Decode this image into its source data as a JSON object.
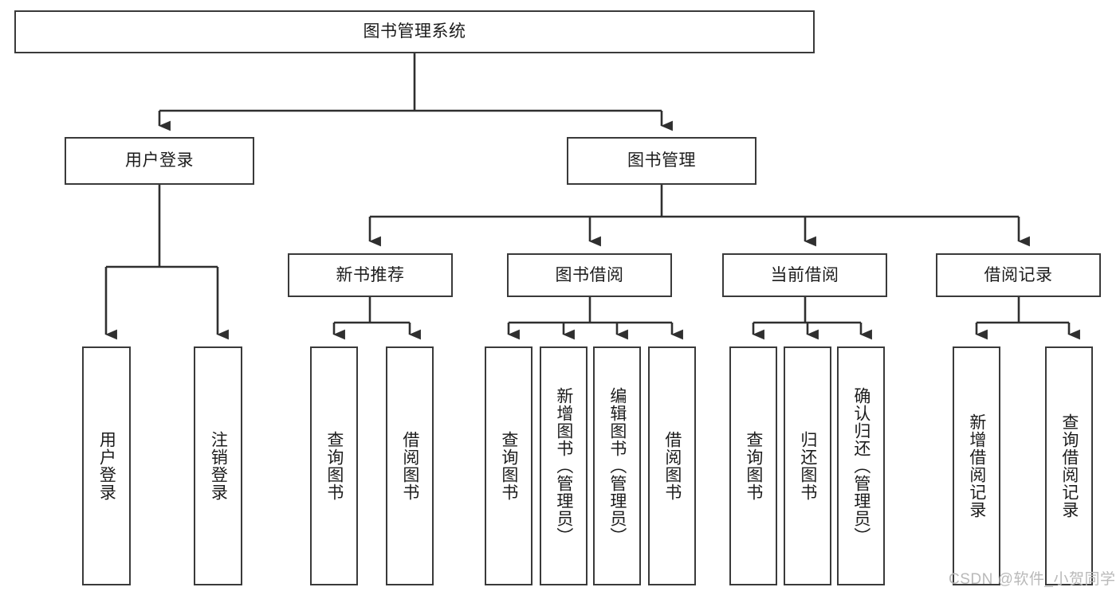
{
  "diagram": {
    "title": "图书管理系统",
    "type": "hierarchy-tree",
    "root": {
      "label": "图书管理系统"
    },
    "level2": [
      {
        "label": "用户登录"
      },
      {
        "label": "图书管理"
      }
    ],
    "level3": [
      {
        "label": "新书推荐",
        "parent": "图书管理"
      },
      {
        "label": "图书借阅",
        "parent": "图书管理"
      },
      {
        "label": "当前借阅",
        "parent": "图书管理"
      },
      {
        "label": "借阅记录",
        "parent": "图书管理"
      }
    ],
    "leaves": {
      "user_login": [
        {
          "label": "用户登录"
        },
        {
          "label": "注销登录"
        }
      ],
      "new_book_recommend": [
        {
          "label": "查询图书"
        },
        {
          "label": "借阅图书"
        }
      ],
      "book_borrow": [
        {
          "label": "查询图书"
        },
        {
          "label": "新增图书（管理员）"
        },
        {
          "label": "编辑图书（管理员）"
        },
        {
          "label": "借阅图书"
        }
      ],
      "current_borrow": [
        {
          "label": "查询图书"
        },
        {
          "label": "归还图书"
        },
        {
          "label": "确认归还（管理员）"
        }
      ],
      "borrow_record": [
        {
          "label": "新增借阅记录"
        },
        {
          "label": "查询借阅记录"
        }
      ]
    }
  },
  "watermark": {
    "text": "CSDN @软件_小贺同学"
  },
  "colors": {
    "box_border": "#3a3a3a",
    "box_fill": "#ffffff",
    "connector": "#2f2f2f",
    "text": "#1c1c1c",
    "watermark": "#b9b9b9"
  }
}
